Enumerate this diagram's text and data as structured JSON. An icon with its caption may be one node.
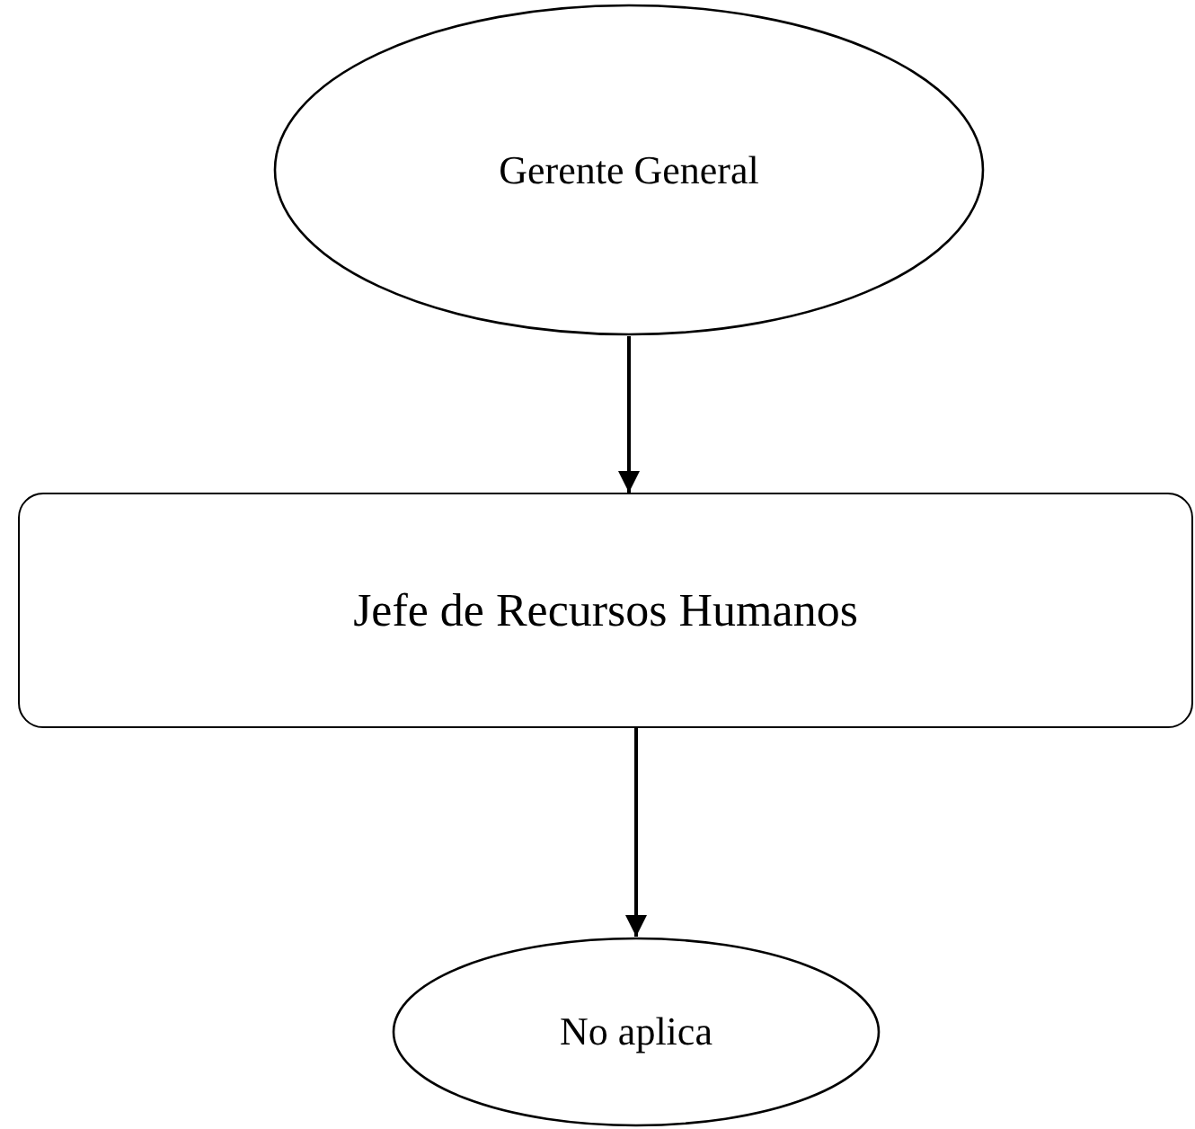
{
  "diagram": {
    "nodes": [
      {
        "text": [
          "Gerente General"
        ]
      },
      {
        "text": [
          "Jefe de Recursos Humanos"
        ]
      },
      {
        "text": [
          "No aplica"
        ]
      }
    ],
    "edges": [
      {
        "from": 0,
        "to": 1,
        "arrow": "to"
      },
      {
        "from": 1,
        "to": 2,
        "arrow": "to"
      }
    ]
  }
}
